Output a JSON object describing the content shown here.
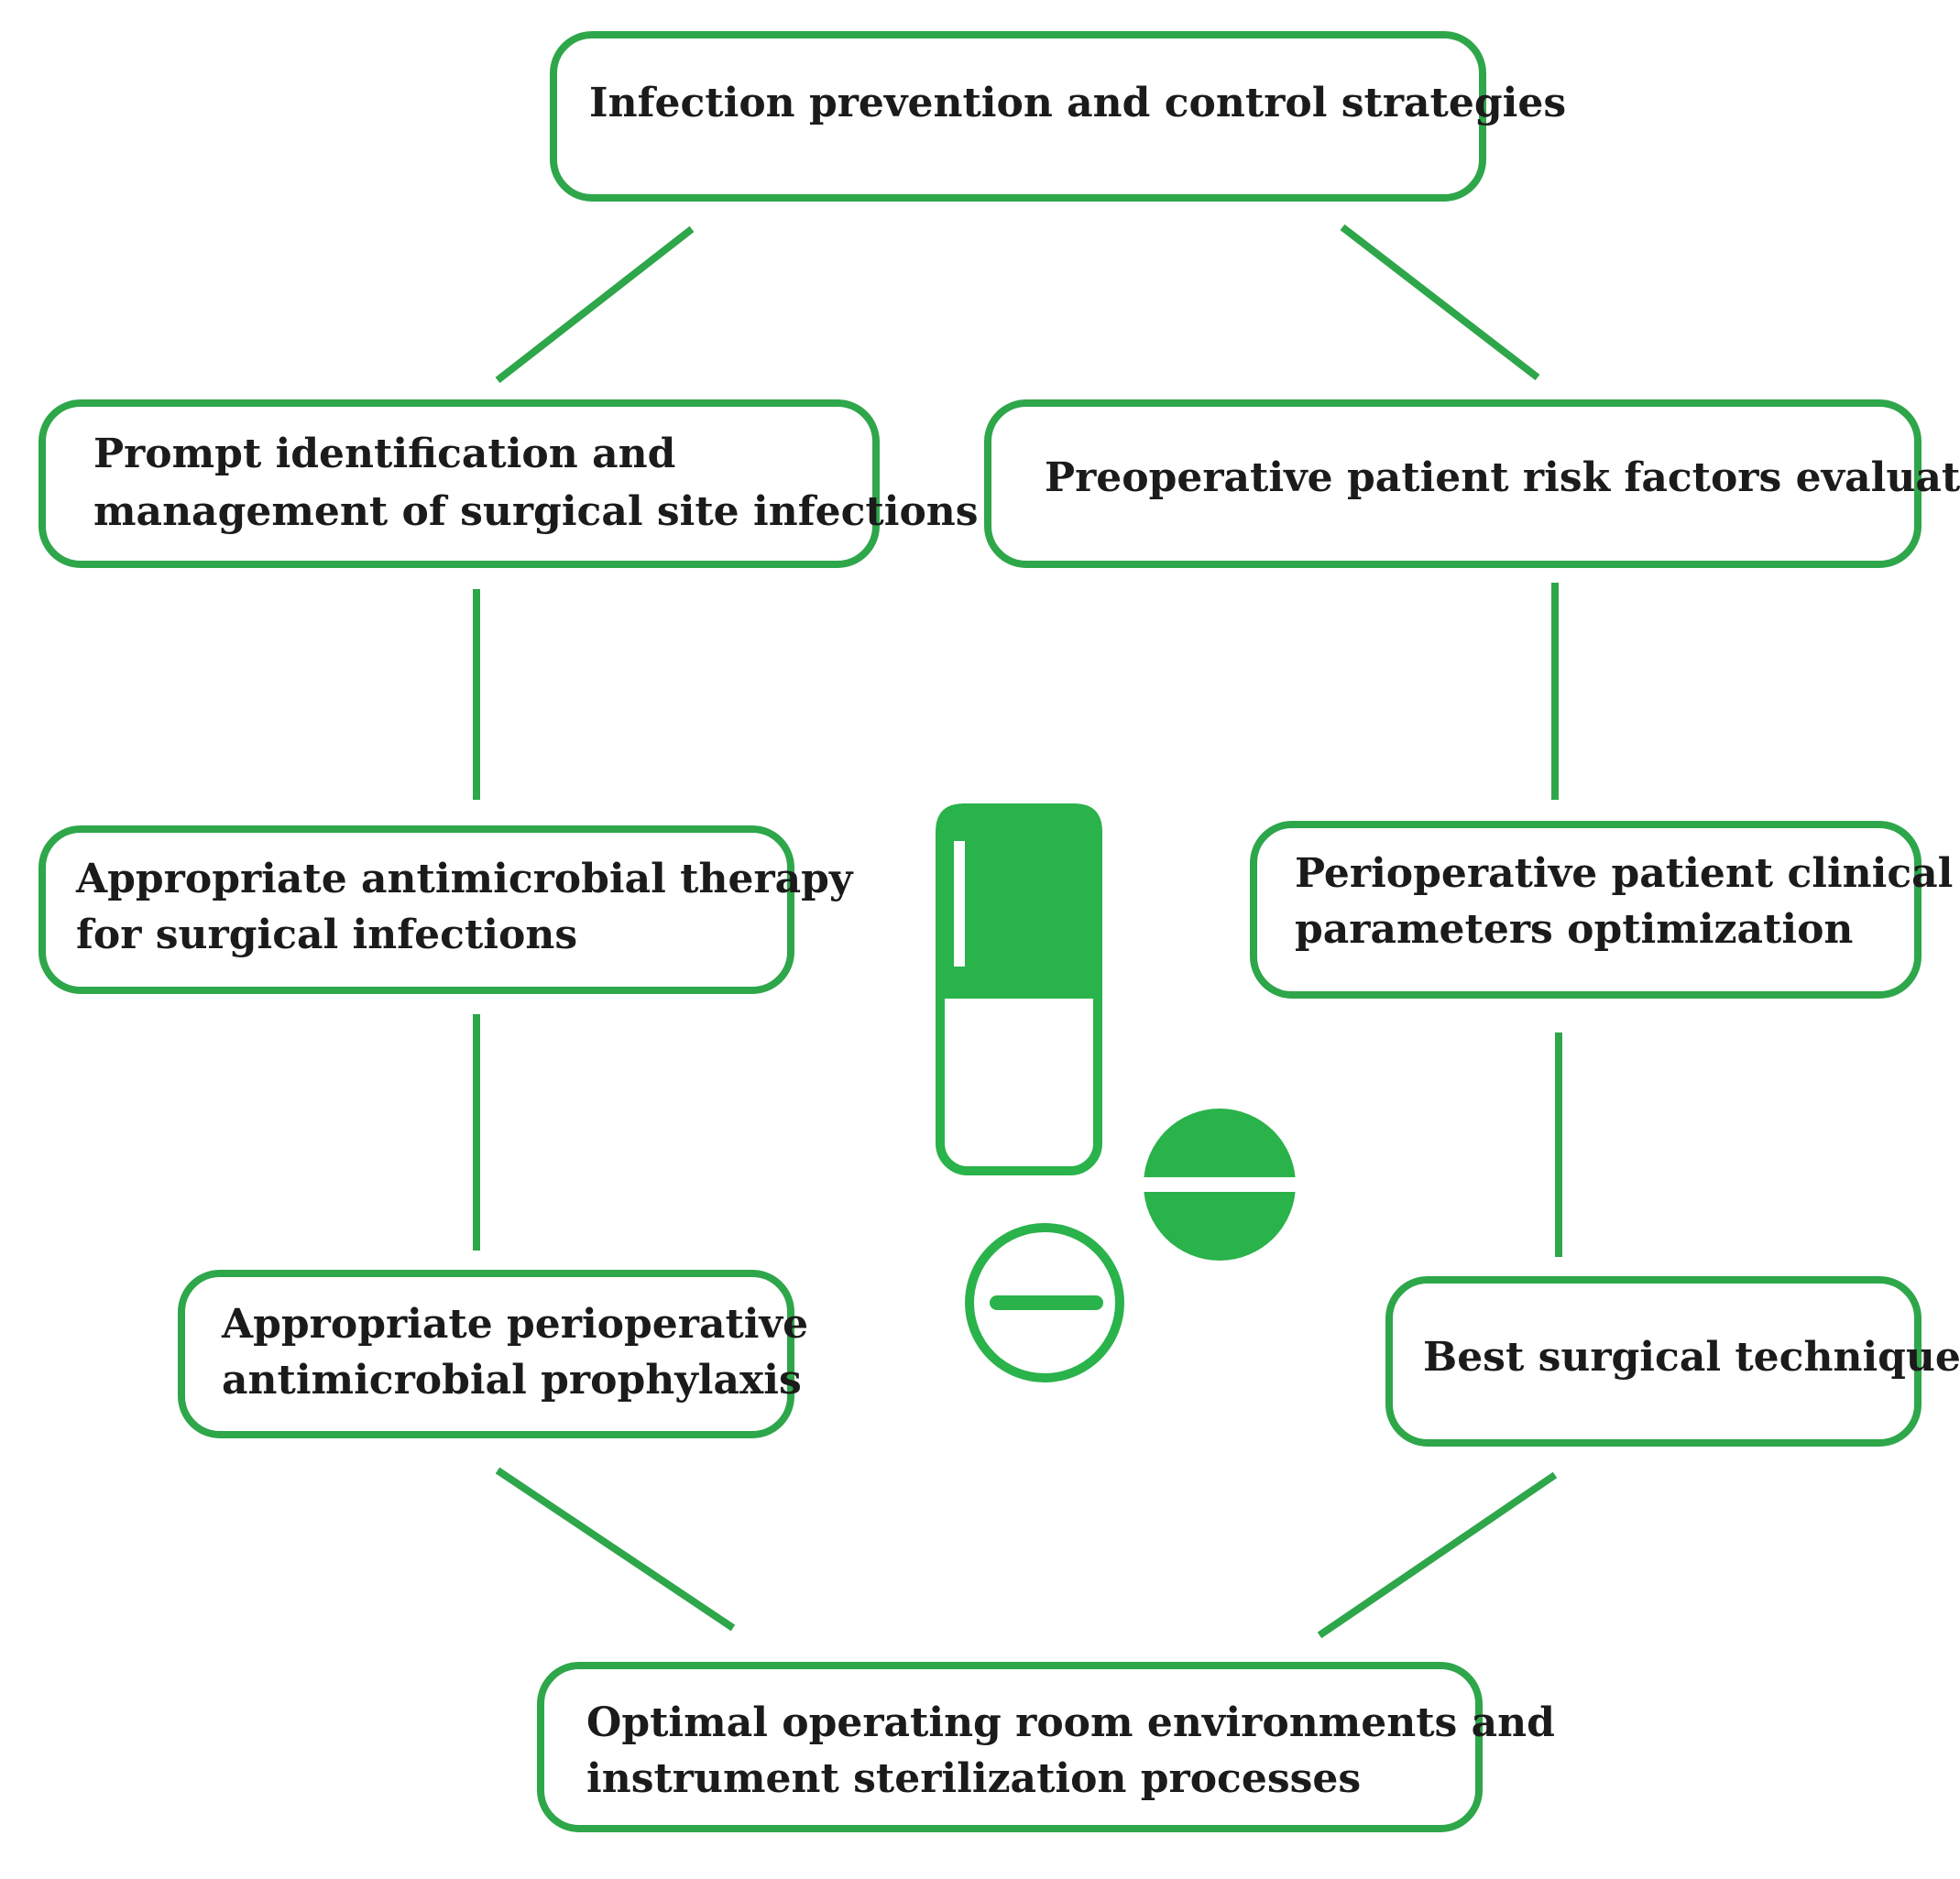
{
  "colors": {
    "accent": "#2ea64a",
    "pill": "#2ab24b",
    "text": "#1b1b1b",
    "background": "#ffffff"
  },
  "nodes": {
    "top": {
      "lines": [
        "Infection prevention and control strategies"
      ]
    },
    "left_1": {
      "lines": [
        "Prompt identification and",
        "management of surgical site infections"
      ]
    },
    "right_1": {
      "lines": [
        "Preoperative patient risk factors evaluation"
      ]
    },
    "left_2": {
      "lines": [
        "Appropriate antimicrobial therapy",
        "for surgical infections"
      ]
    },
    "right_2": {
      "lines": [
        "Perioperative patient clinical",
        "parameters optimization"
      ]
    },
    "left_3": {
      "lines": [
        "Appropriate perioperative",
        "antimicrobial prophylaxis"
      ]
    },
    "right_3": {
      "lines": [
        "Best surgical techniques"
      ]
    },
    "bottom": {
      "lines": [
        "Optimal operating room environments and",
        "instrument sterilization processes"
      ]
    }
  },
  "icons": [
    "capsule-icon",
    "tablet-icon",
    "tablet-outline-icon"
  ]
}
